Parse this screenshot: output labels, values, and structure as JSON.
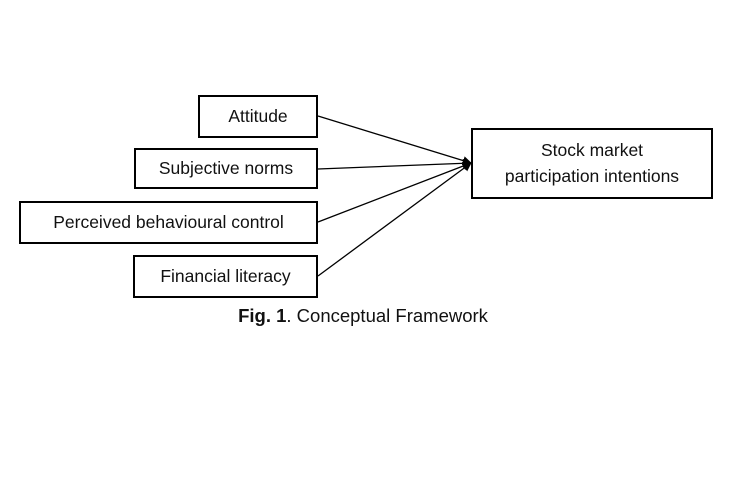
{
  "diagram": {
    "inputs": [
      {
        "label": "Attitude"
      },
      {
        "label": "Subjective norms"
      },
      {
        "label": "Perceived behavioural control"
      },
      {
        "label": "Financial literacy"
      }
    ],
    "outcome": {
      "line1": "Stock market",
      "line2": "participation intentions"
    },
    "edge_color": "#000000"
  },
  "caption": {
    "prefix": "Fig. 1",
    "text": ". Conceptual Framework"
  }
}
